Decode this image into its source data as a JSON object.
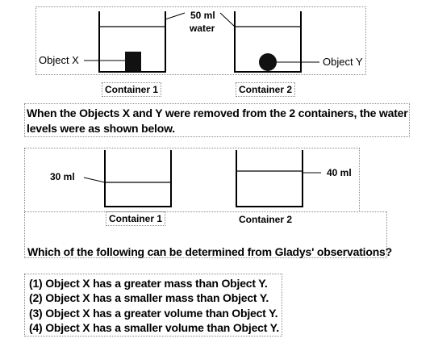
{
  "diagram_before": {
    "water_callout": [
      "50 ml",
      "water"
    ],
    "object_x_label": "Object X",
    "object_y_label": "Object Y",
    "container_1_caption": "Container 1",
    "container_2_caption": "Container 2"
  },
  "statement": "When the Objects X and Y were removed from the 2 containers, the water levels were as shown below.",
  "diagram_after": {
    "container_1_level": "30 ml",
    "container_2_level": "40 ml",
    "container_1_caption": "Container 1",
    "container_2_caption": "Container 2"
  },
  "question": "Which of the following can be determined from Gladys' observations?",
  "options": [
    "(1) Object X has a greater mass than Object Y.",
    "(2) Object X has a smaller mass than Object Y.",
    "(3) Object X has a greater volume than Object Y.",
    "(4) Object X has a smaller volume than Object Y."
  ]
}
